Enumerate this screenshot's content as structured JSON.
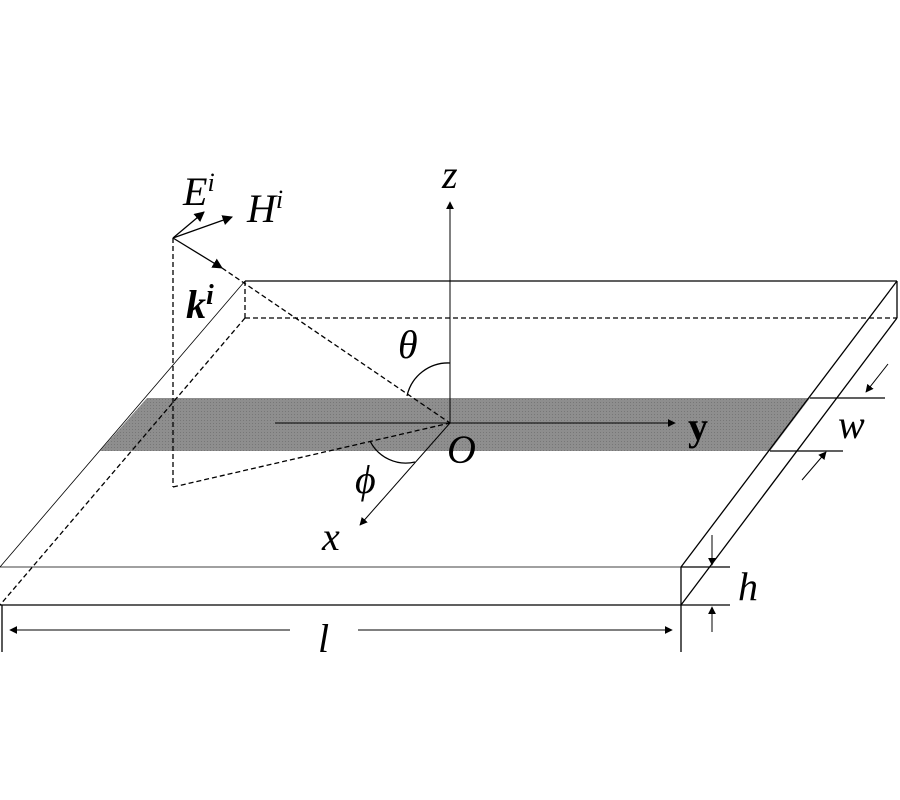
{
  "labels": {
    "z": "z",
    "y": "y",
    "x": "x",
    "origin": "O",
    "theta": "θ",
    "phi": "ϕ",
    "E": "E",
    "E_sup": "i",
    "H": "H",
    "H_sup": "i",
    "k": "k",
    "k_sup": "i",
    "w": "w",
    "h": "h",
    "l": "l"
  },
  "colors": {
    "strip": "#8a8a8a",
    "line": "#000000"
  }
}
